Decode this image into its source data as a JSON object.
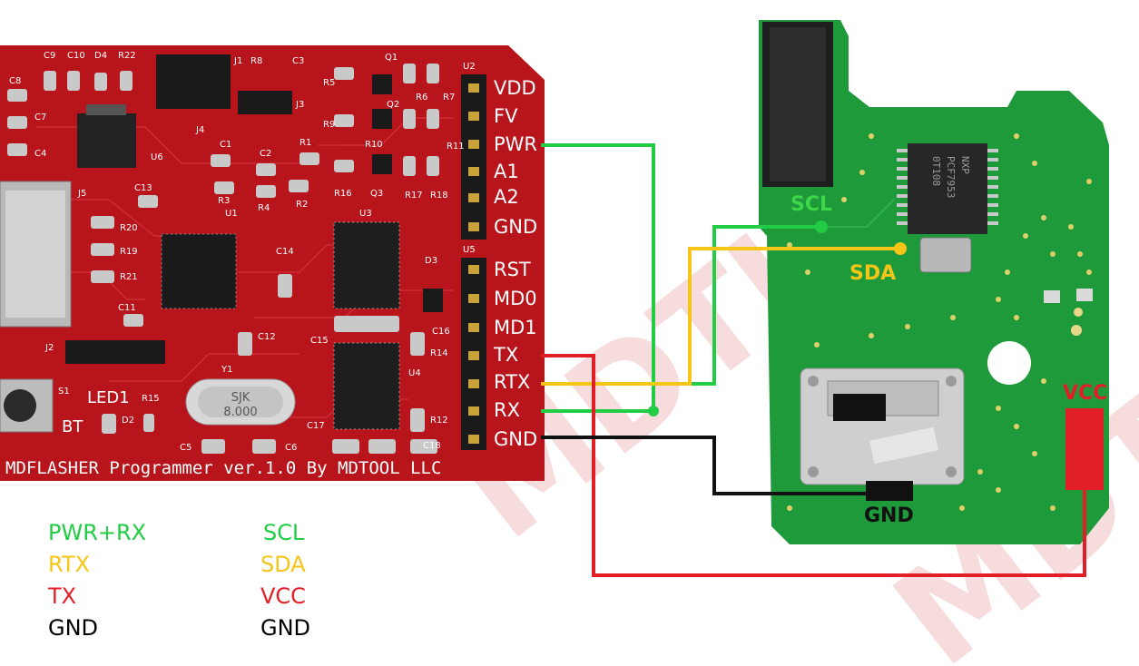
{
  "watermark": "MDTUL",
  "programmer": {
    "title": "MDFLASHER Programmer ver.1.0 By MDTOOL LLC",
    "header_u2": "U2",
    "header_u5": "U5",
    "pins_top": [
      "VDD",
      "FV",
      "PWR",
      "A1",
      "A2",
      "GND"
    ],
    "pins_bottom": [
      "RST",
      "MD0",
      "MD1",
      "TX",
      "RTX",
      "RX",
      "GND"
    ],
    "led_label": "LED1",
    "bt_label": "BT",
    "crystal_text_1": "SJK",
    "crystal_text_2": "8.000",
    "component_labels": {
      "c9": "C9",
      "c10": "C10",
      "d4": "D4",
      "r22": "R22",
      "c8": "C8",
      "c7": "C7",
      "c4": "C4",
      "j1": "J1",
      "r8": "R8",
      "c3": "C3",
      "j3": "J3",
      "j4": "J4",
      "q1": "Q1",
      "q2": "Q2",
      "q3": "Q3",
      "r5": "R5",
      "r9": "R9",
      "r10": "R10",
      "r11": "R11",
      "r16": "R16",
      "r17": "R17",
      "r18": "R18",
      "r6": "R6",
      "r7": "R7",
      "u6": "U6",
      "j5": "J5",
      "c13": "C13",
      "c1": "C1",
      "c2": "C2",
      "r1": "R1",
      "r3": "R3",
      "r4": "R4",
      "r2": "R2",
      "u1": "U1",
      "u3": "U3",
      "u4": "U4",
      "r20": "R20",
      "r19": "R19",
      "r21": "R21",
      "c14": "C14",
      "c11": "C11",
      "j2": "J2",
      "c12": "C12",
      "d3": "D3",
      "c16": "C16",
      "c15": "C15",
      "r14": "R14",
      "y1": "Y1",
      "s1": "S1",
      "r15": "R15",
      "d2": "D2",
      "c17": "C17",
      "r12": "R12",
      "c5": "C5",
      "c6": "C6",
      "c18": "C18"
    }
  },
  "target_board": {
    "labels": {
      "scl": "SCL",
      "sda": "SDA",
      "vcc": "VCC",
      "gnd": "GND"
    },
    "chip_text": [
      "NXP",
      "PCF7953",
      "0T108"
    ]
  },
  "wires": [
    {
      "name": "pwr-rx-to-scl",
      "color": "#22cc44"
    },
    {
      "name": "rtx-to-sda",
      "color": "#f5c518"
    },
    {
      "name": "tx-to-vcc",
      "color": "#e21f26"
    },
    {
      "name": "gnd-to-gnd",
      "color": "#000000"
    }
  ],
  "legend": {
    "left": [
      {
        "text": "PWR+RX",
        "color": "#22cc44"
      },
      {
        "text": "RTX",
        "color": "#f5c518"
      },
      {
        "text": "TX",
        "color": "#e21f26"
      },
      {
        "text": "GND",
        "color": "#000000"
      }
    ],
    "right": [
      {
        "text": "SCL",
        "color": "#22cc44"
      },
      {
        "text": "SDA",
        "color": "#f5c518"
      },
      {
        "text": "VCC",
        "color": "#e21f26"
      },
      {
        "text": "GND",
        "color": "#000000"
      }
    ]
  },
  "colors": {
    "programmer_pcb": "#b8141c",
    "target_pcb": "#1f9a3a",
    "silkscreen": "#ffffff",
    "watermark": "#f5d6d6"
  }
}
